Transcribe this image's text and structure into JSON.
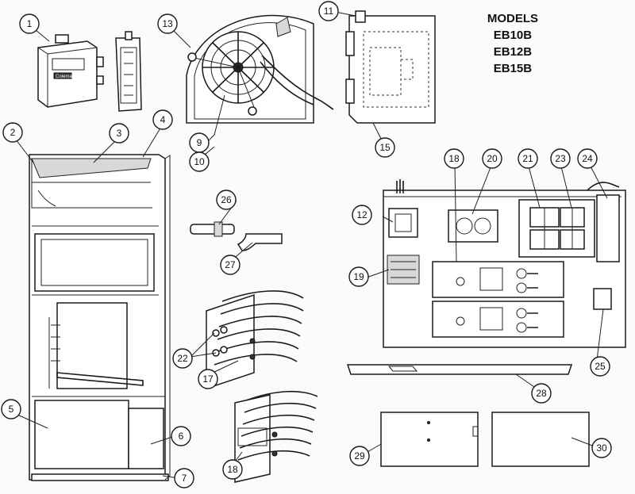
{
  "models": {
    "heading": "MODELS",
    "list": [
      "EB10B",
      "EB12B",
      "EB15B"
    ]
  },
  "brand_mark": "Coleman",
  "callouts": [
    {
      "id": "c1",
      "label": "1"
    },
    {
      "id": "c2",
      "label": "2"
    },
    {
      "id": "c3",
      "label": "3"
    },
    {
      "id": "c4",
      "label": "4"
    },
    {
      "id": "c5",
      "label": "5"
    },
    {
      "id": "c6",
      "label": "6"
    },
    {
      "id": "c7",
      "label": "7"
    },
    {
      "id": "c9",
      "label": "9"
    },
    {
      "id": "c10",
      "label": "10"
    },
    {
      "id": "c11",
      "label": "11"
    },
    {
      "id": "c12",
      "label": "12"
    },
    {
      "id": "c13",
      "label": "13"
    },
    {
      "id": "c15",
      "label": "15"
    },
    {
      "id": "c17",
      "label": "17"
    },
    {
      "id": "c18a",
      "label": "18"
    },
    {
      "id": "c18b",
      "label": "18"
    },
    {
      "id": "c19",
      "label": "19"
    },
    {
      "id": "c20",
      "label": "20"
    },
    {
      "id": "c21",
      "label": "21"
    },
    {
      "id": "c22",
      "label": "22"
    },
    {
      "id": "c23",
      "label": "23"
    },
    {
      "id": "c24",
      "label": "24"
    },
    {
      "id": "c25",
      "label": "25"
    },
    {
      "id": "c26",
      "label": "26"
    },
    {
      "id": "c27",
      "label": "27"
    },
    {
      "id": "c28",
      "label": "28"
    },
    {
      "id": "c29",
      "label": "29"
    },
    {
      "id": "c30",
      "label": "30"
    }
  ]
}
